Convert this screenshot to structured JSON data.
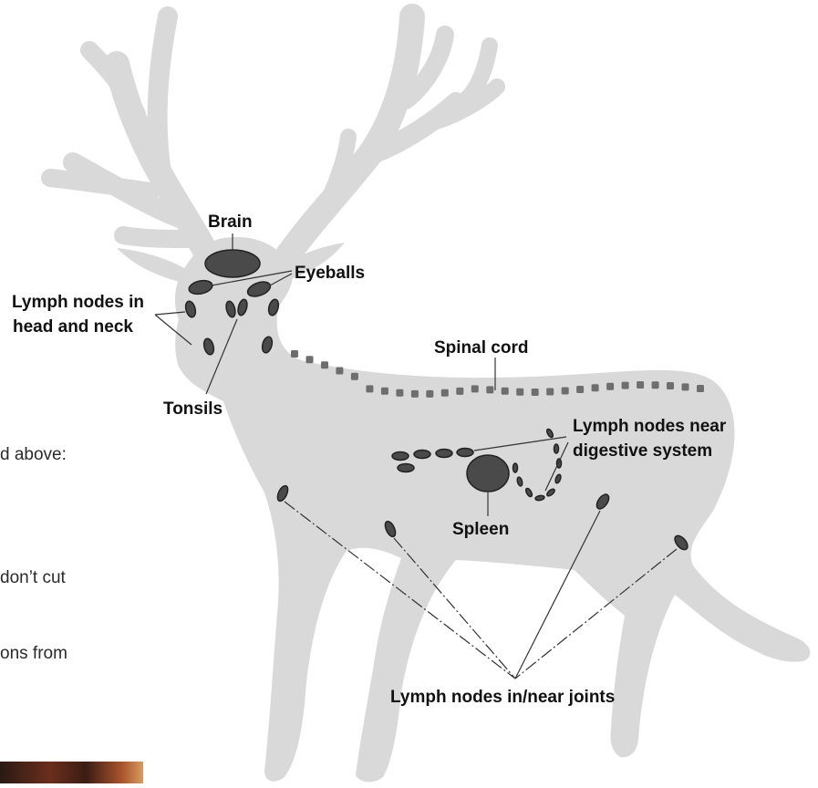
{
  "colors": {
    "silhouette": "#d9d9d9",
    "organ": "#4a4a4a",
    "spinal": "#6e6e6e",
    "line": "#333333",
    "text": "#111111"
  },
  "labels": {
    "brain": "Brain",
    "eyeballs": "Eyeballs",
    "head_lymph_line1": "Lymph nodes in",
    "head_lymph_line2": "head and neck",
    "tonsils": "Tonsils",
    "spinal_cord": "Spinal cord",
    "digestive_line1": "Lymph nodes near",
    "digestive_line2": "digestive system",
    "spleen": "Spleen",
    "joints": "Lymph nodes in/near joints"
  },
  "background_text": {
    "fragment1": "d above:",
    "fragment2": "don’t cut",
    "fragment3": "ons from"
  }
}
